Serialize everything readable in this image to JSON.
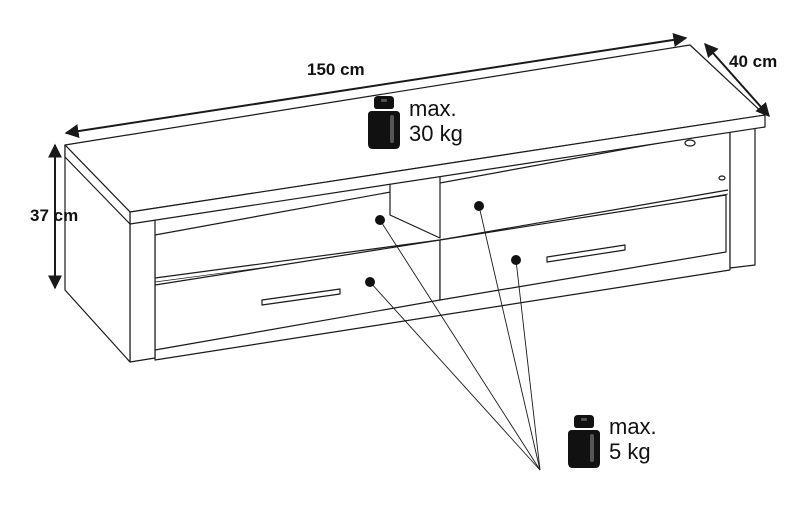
{
  "dimensions": {
    "width": "150 cm",
    "depth": "40 cm",
    "height": "37 cm"
  },
  "top_load": {
    "line1": "max.",
    "line2": "30 kg"
  },
  "compartment_load": {
    "line1": "max.",
    "line2": "5 kg"
  },
  "icons": {
    "weight": "weight-icon",
    "arrow": "double-arrow-icon",
    "handle": "drawer-handle-icon"
  },
  "colors": {
    "line": "#1a1a1a",
    "fill": "#ffffff",
    "weight_fill": "#111111"
  }
}
